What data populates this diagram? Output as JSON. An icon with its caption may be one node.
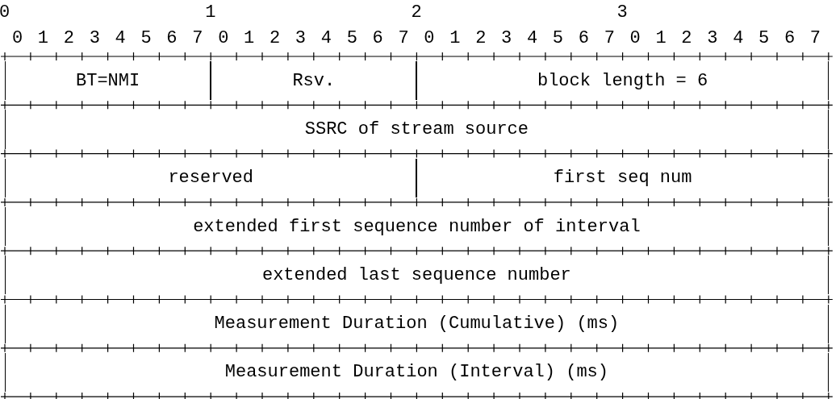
{
  "diagram": {
    "nodes": [
      {
        "text": [
          "BT=NMI"
        ]
      },
      {
        "text": [
          "Rsv."
        ]
      },
      {
        "text": [
          "block length = 6"
        ]
      },
      {
        "text": [
          "SSRC of stream source"
        ]
      },
      {
        "text": [
          "reserved"
        ]
      },
      {
        "text": [
          "first seq num"
        ]
      },
      {
        "text": [
          "extended first sequence number of interval"
        ]
      },
      {
        "text": [
          "extended last sequence number"
        ]
      },
      {
        "text": [
          "Measurement Duration (Cumulative) (ms)"
        ]
      },
      {
        "text": [
          "Measurement Duration (Interval) (ms)"
        ]
      }
    ],
    "labels": [
      "0",
      "1",
      "2",
      "3",
      "0",
      "1",
      "2",
      "3",
      "4",
      "5",
      "6",
      "7",
      "0",
      "1",
      "2",
      "3",
      "4",
      "5",
      "6",
      "7",
      "0",
      "1",
      "2",
      "3",
      "4",
      "5",
      "6",
      "7",
      "0",
      "1",
      "2",
      "3",
      "4",
      "5",
      "6",
      "7"
    ]
  }
}
